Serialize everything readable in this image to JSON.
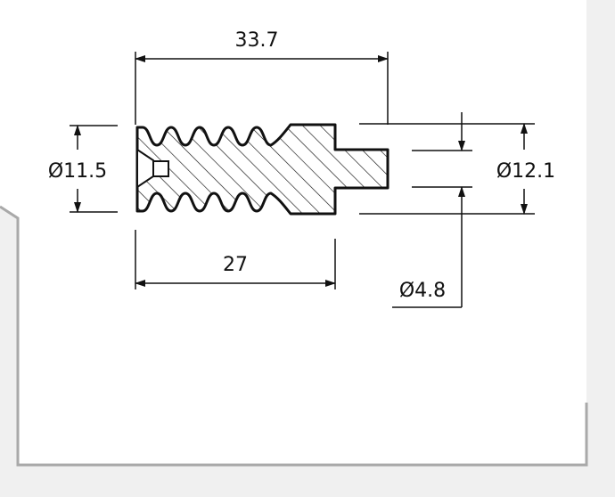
{
  "dimensions": {
    "overall_length": "33.7",
    "threaded_length": "27",
    "thread_diameter": "Ø11.5",
    "flange_diameter": "Ø12.1",
    "pin_diameter": "Ø4.8"
  },
  "colors": {
    "background": "#f0f0f0",
    "panel": "#ffffff",
    "frame": "#a9a9a9",
    "line": "#111111"
  }
}
